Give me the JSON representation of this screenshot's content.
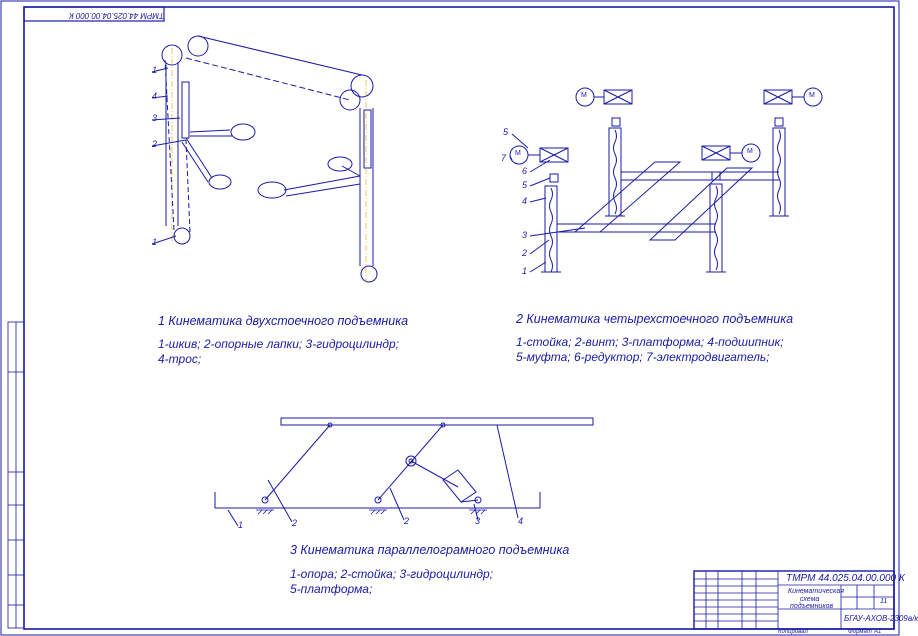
{
  "stamp_code": "ТМРМ 44.025.04.00.000 К",
  "diagram1": {
    "title": "1 Кинематика двухстоечного подъемника",
    "legend_line1": "1-шкив; 2-опорные лапки; 3-гидроцилиндр;",
    "legend_line2": "4-трос;",
    "callouts": [
      "1",
      "4",
      "3",
      "2",
      "1"
    ]
  },
  "diagram2": {
    "title": "2 Кинематика четырехстоечного подъемника",
    "legend_line1": "1-стойка; 2-винт; 3-платформа; 4-подшипник;",
    "legend_line2": "5-муфта; 6-редуктор; 7-электродвигатель;",
    "callouts": [
      "5",
      "7",
      "6",
      "5",
      "4",
      "3",
      "2",
      "1"
    ],
    "motor_letter": "M"
  },
  "diagram3": {
    "title": "3 Кинематика параллелограмного подъемника",
    "legend_line1": "1-опора; 2-стойка; 3-гидроцилиндр;",
    "legend_line2": "5-платформа;",
    "callouts": [
      "1",
      "2",
      "2",
      "3",
      "4"
    ]
  },
  "title_block": {
    "designation": "ТМРМ 44.025.04.00.000 К",
    "name_line1": "Кинематическая",
    "name_line2": "схема",
    "name_line3": "подъемников",
    "group": "БГАУ-АХОВ-2309а/к",
    "sheet_total": "11",
    "format_label": "Формат",
    "format_value": "А1",
    "copied_label": "Копировал"
  },
  "colors": {
    "ink": "#1a1aa6",
    "axis": "#d8a000",
    "accent": "#c02020"
  }
}
